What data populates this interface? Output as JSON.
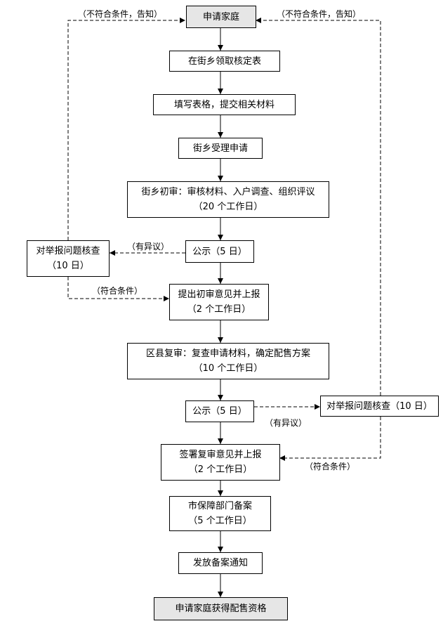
{
  "nodes": {
    "n1": {
      "line1": "申请家庭"
    },
    "n2": {
      "line1": "在街乡领取核定表"
    },
    "n3": {
      "line1": "填写表格，提交相关材料"
    },
    "n4": {
      "line1": "街乡受理申请"
    },
    "n5": {
      "line1": "街乡初审：审核材料、入户调查、组织评议",
      "line2": "（20 个工作日）"
    },
    "n6": {
      "line1": "公示（5 日）"
    },
    "n7": {
      "line1": "提出初审意见并上报",
      "line2": "（2 个工作日）"
    },
    "n8": {
      "line1": "区县复审：复查申请材料，确定配售方案",
      "line2": "（10 个工作日）"
    },
    "n9": {
      "line1": "公示（5 日）"
    },
    "n10": {
      "line1": "签署复审意见并上报",
      "line2": "（2 个工作日）"
    },
    "n11": {
      "line1": "市保障部门备案",
      "line2": "（5 个工作日）"
    },
    "n12": {
      "line1": "发放备案通知"
    },
    "n13": {
      "line1": "申请家庭获得配售资格"
    },
    "left_check": {
      "line1": "对举报问题核查",
      "line2": "（10 日）"
    },
    "right_check": {
      "line1": "对举报问题核查（10 日）"
    }
  },
  "labels": {
    "not_qualified_left": "（不符合条件，告知）",
    "not_qualified_right": "（不符合条件，告知）",
    "objection_1": "（有异议）",
    "qualified_1": "（符合条件）",
    "objection_2": "（有异议）",
    "qualified_2": "（符合条件）"
  }
}
